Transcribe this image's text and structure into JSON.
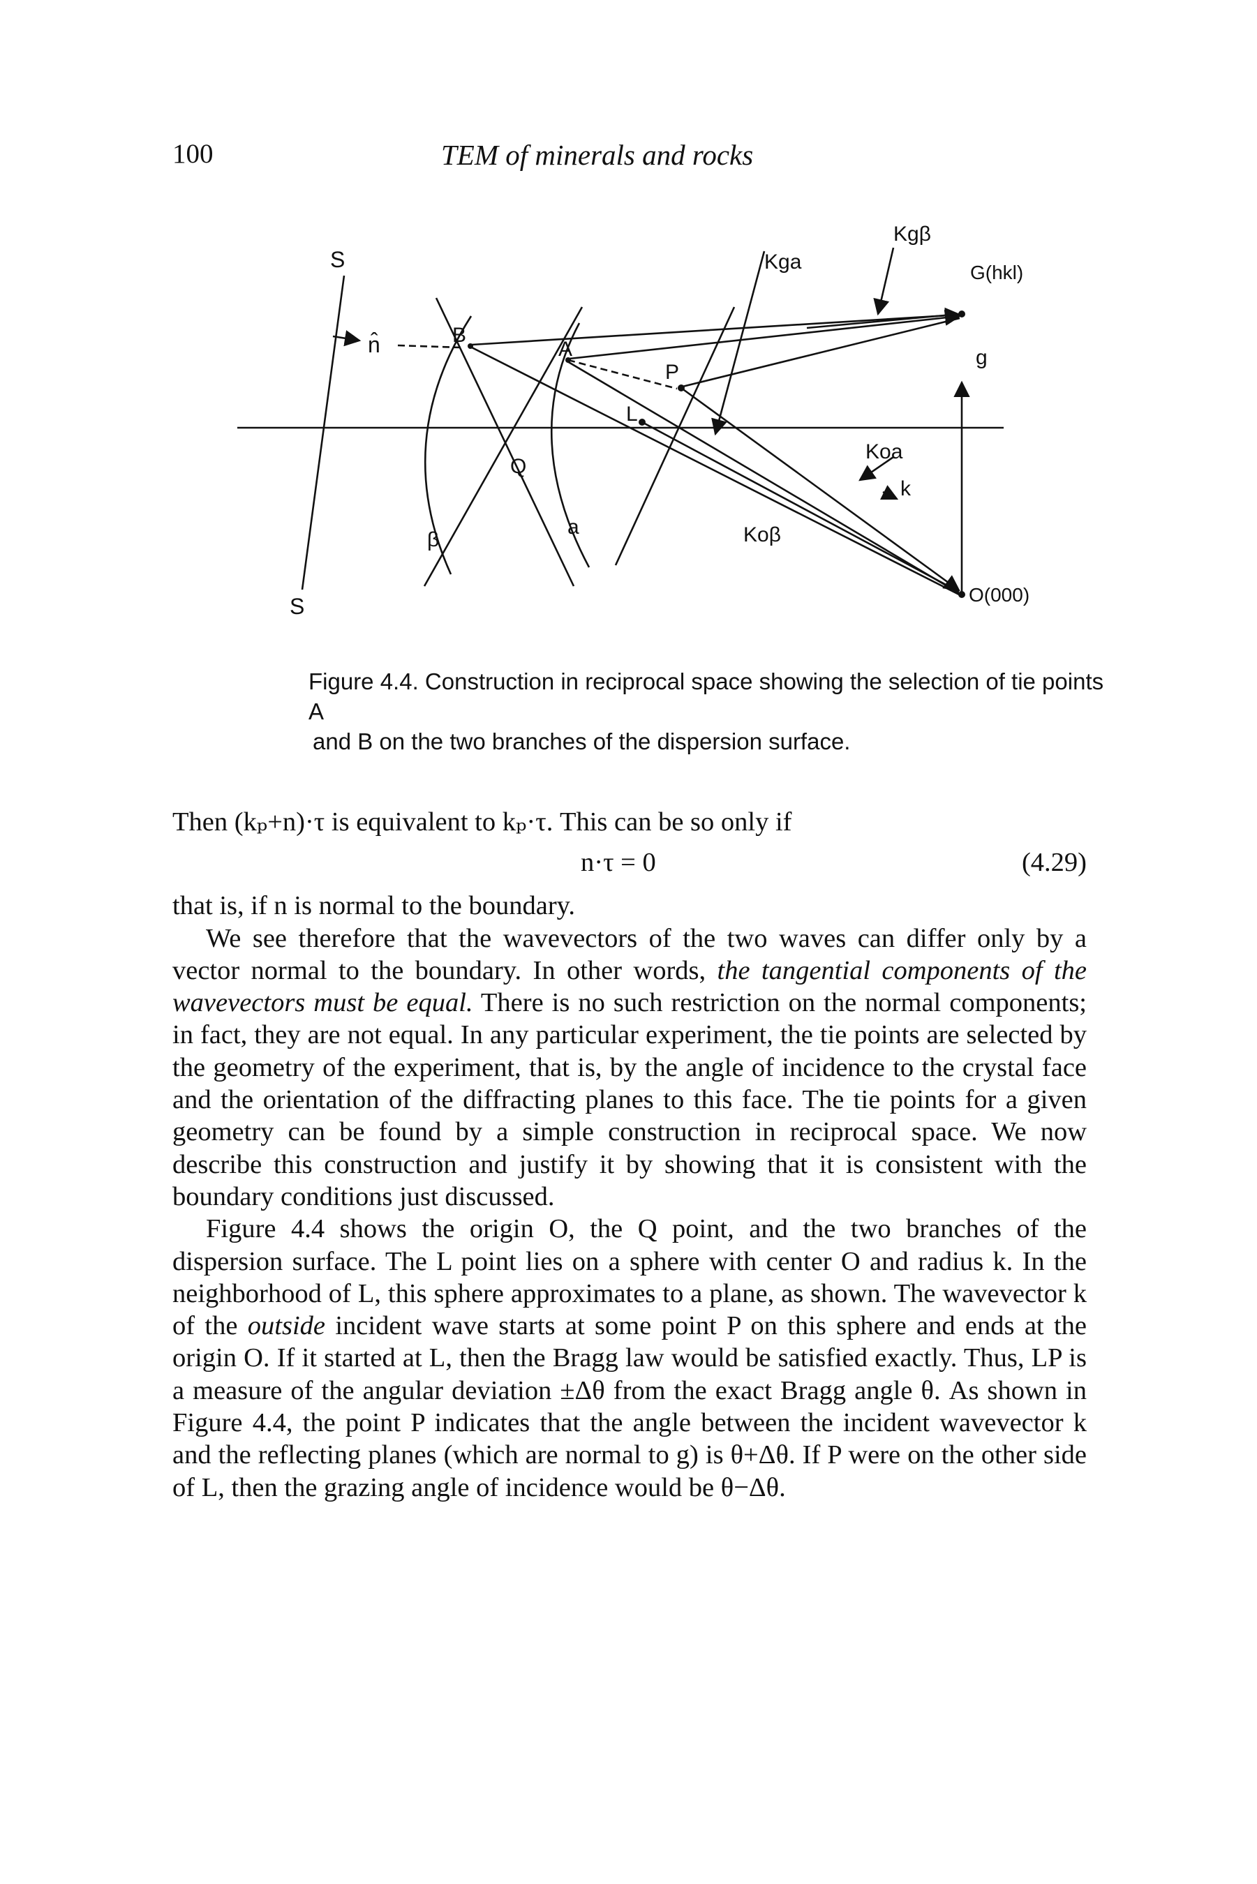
{
  "header": {
    "page_number": "100",
    "running_title": "TEM of minerals and rocks"
  },
  "figure": {
    "labels": {
      "s_top": "S",
      "s_bottom": "S",
      "n_hat": "n̂",
      "B": "B",
      "A": "A",
      "P": "P",
      "L": "L",
      "Q": "Q",
      "beta": "β",
      "alpha": "a",
      "k_g_alpha": "Kga",
      "k_g_beta": "Kgβ",
      "k_o_alpha": "Koa",
      "k_o_beta": "Koβ",
      "k": "k",
      "g": "g",
      "G": "G(hkl)",
      "O": "O(000)"
    }
  },
  "caption": {
    "line1": "Figure 4.4.  Construction in reciprocal space showing the selection of tie points A",
    "line2": "and B on the two branches of the dispersion surface."
  },
  "text": {
    "p1": "Then (kₚ+n)·τ is equivalent to kₚ·τ. This can be so only if",
    "equation": "n·τ = 0",
    "equation_number": "(4.29)",
    "p2": "that is, if n is normal to the boundary.",
    "p3_a": "We see therefore that the wavevectors of the two waves can differ only by a vector normal to the boundary. In other words, ",
    "p3_em": "the tangential components of the wavevectors must be equal.",
    "p3_b": " There is no such restriction on the normal components; in fact, they are not equal. In any particular experiment, the tie points are selected by the geometry of the experiment, that is, by the angle of incidence to the crystal face and the orientation of the diffracting planes to this face. The tie points for a given geometry can be found by a simple construction in reciprocal space. We now describe this construction and justify it by showing that it is consistent with the boundary conditions just discussed.",
    "p4_a": "Figure 4.4 shows the origin O, the Q point, and the two branches of the dispersion surface. The L point lies on a sphere with center O and radius k. In the neighborhood of L, this sphere approximates to a plane, as shown. The wavevector k of the ",
    "p4_em": "outside",
    "p4_b": " incident wave starts at some point P on this sphere and ends at the origin O. If it started at L, then the Bragg law would be satisfied exactly. Thus, LP is a measure of the angular deviation ±Δθ from the exact Bragg angle θ. As shown in Figure 4.4, the point P indicates that the angle between the incident wavevector k and the reflecting planes (which are normal to g) is θ+Δθ. If P were on the other side of L, then the grazing angle of incidence would be θ−Δθ."
  }
}
